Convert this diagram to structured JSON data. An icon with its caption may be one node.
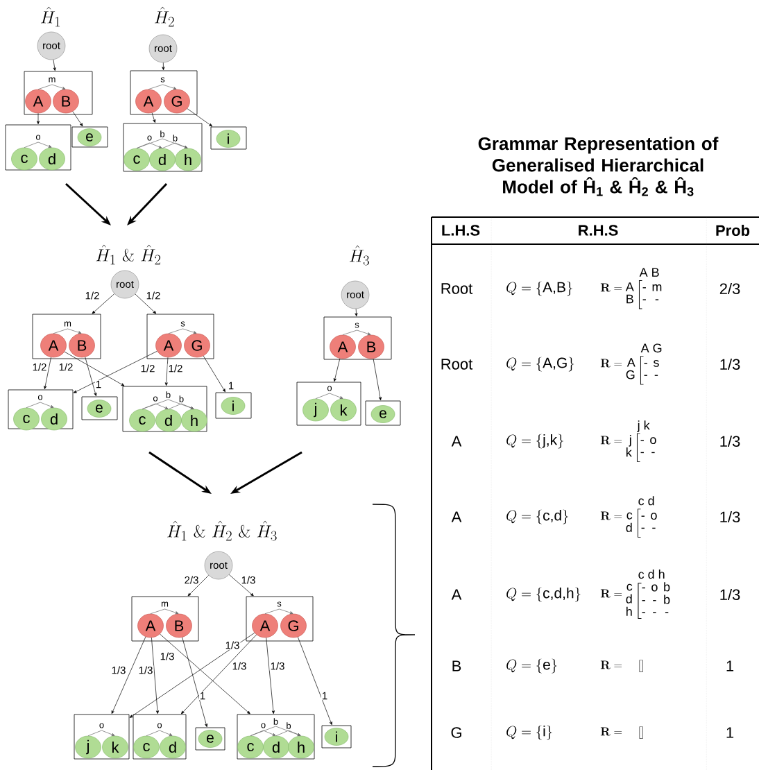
{
  "diagram": {
    "title": "Grammar Representation of Generalised Hierarchical Model of Ĥ$_{1}$ & Ĥ$_{2}$ & Ĥ$_{3}$",
    "nodes": [
      {
        "text": [
          "root"
        ]
      },
      {
        "text": [],
        "shape": "box"
      },
      {
        "text": [
          "A"
        ],
        "in": 1
      },
      {
        "text": [
          "B"
        ],
        "in": 1
      },
      {
        "text": [],
        "shape": "box"
      },
      {
        "text": [
          "c"
        ],
        "in": 4
      },
      {
        "text": [
          "d"
        ],
        "in": 4
      },
      {
        "text": [],
        "shape": "box"
      },
      {
        "text": [
          "e"
        ],
        "in": 7
      },
      {
        "text": [
          "root"
        ]
      },
      {
        "text": [],
        "shape": "box"
      },
      {
        "text": [
          "A"
        ],
        "in": 10
      },
      {
        "text": [
          "G"
        ],
        "in": 10
      },
      {
        "text": [],
        "shape": "box"
      },
      {
        "text": [
          "c"
        ],
        "in": 13
      },
      {
        "text": [
          "d"
        ],
        "in": 13
      },
      {
        "text": [
          "h"
        ],
        "in": 13
      },
      {
        "text": [],
        "shape": "box"
      },
      {
        "text": [
          "i"
        ],
        "in": 17
      },
      {
        "text": [
          "\\hat{H}_1 \\ \\&\\ \\hat{H}_2"
        ]
      },
      {
        "text": [
          "root"
        ]
      },
      {
        "text": [],
        "shape": "box"
      },
      {
        "text": [
          "A"
        ],
        "in": 21
      },
      {
        "text": [
          "B"
        ],
        "in": 21
      },
      {
        "text": [],
        "shape": "box"
      },
      {
        "text": [
          "A"
        ],
        "in": 24
      },
      {
        "text": [
          "G"
        ],
        "in": 24
      },
      {
        "text": [],
        "shape": "box"
      },
      {
        "text": [
          "c"
        ],
        "in": 27
      },
      {
        "text": [
          "d"
        ],
        "in": 27
      },
      {
        "text": [],
        "shape": "box"
      },
      {
        "text": [
          "e"
        ],
        "in": 30
      },
      {
        "text": [],
        "shape": "box"
      },
      {
        "text": [
          "c"
        ],
        "in": 32
      },
      {
        "text": [
          "d"
        ],
        "in": 32
      },
      {
        "text": [
          "h"
        ],
        "in": 32
      },
      {
        "text": [],
        "shape": "box"
      },
      {
        "text": [
          "i"
        ],
        "in": 36
      },
      {
        "text": [
          "root"
        ]
      },
      {
        "text": [],
        "shape": "box"
      },
      {
        "text": [
          "A"
        ],
        "in": 39
      },
      {
        "text": [
          "B"
        ],
        "in": 39
      },
      {
        "text": [],
        "shape": "box"
      },
      {
        "text": [
          "j"
        ],
        "in": 42
      },
      {
        "text": [
          "k"
        ],
        "in": 42
      },
      {
        "text": [],
        "shape": "box"
      },
      {
        "text": [
          "e"
        ],
        "in": 45
      },
      {
        "text": [
          "\\hat{H}_1 \\ \\&\\ \\hat{H}_2 \\ \\&\\ \\hat{H}_3"
        ]
      },
      {
        "text": [
          "root"
        ]
      },
      {
        "text": [],
        "shape": "box"
      },
      {
        "text": [
          "A"
        ],
        "in": 49
      },
      {
        "text": [
          "B"
        ],
        "in": 49
      },
      {
        "text": [],
        "shape": "box"
      },
      {
        "text": [
          "A"
        ],
        "in": 52
      },
      {
        "text": [
          "G"
        ],
        "in": 52
      },
      {
        "text": [],
        "shape": "box"
      },
      {
        "text": [
          "j"
        ],
        "in": 55
      },
      {
        "text": [
          "k"
        ],
        "in": 55
      },
      {
        "text": [],
        "shape": "box"
      },
      {
        "text": [
          "c"
        ],
        "in": 58
      },
      {
        "text": [
          "d"
        ],
        "in": 58
      },
      {
        "text": [],
        "shape": "box"
      },
      {
        "text": [
          "e"
        ],
        "in": 61
      },
      {
        "text": [],
        "shape": "box"
      },
      {
        "text": [
          "c"
        ],
        "in": 63
      },
      {
        "text": [
          "d"
        ],
        "in": 63
      },
      {
        "text": [
          "h"
        ],
        "in": 63
      },
      {
        "text": [],
        "shape": "box"
      },
      {
        "text": [
          "i"
        ],
        "in": 67
      }
    ],
    "edges": [
      {
        "from": 0,
        "to": 1,
        "arrow": "to"
      },
      {
        "from": 2,
        "to": 4,
        "arrow": "to"
      },
      {
        "from": 3,
        "to": 7,
        "arrow": "to"
      },
      {
        "from": 2,
        "to": 3,
        "arrow": "to",
        "label": "m",
        "color": "#666666"
      },
      {
        "from": 5,
        "to": 6,
        "arrow": "to",
        "label": "o",
        "color": "#666666"
      },
      {
        "from": 9,
        "to": 10,
        "arrow": "to"
      },
      {
        "from": 11,
        "to": 13,
        "arrow": "to"
      },
      {
        "from": 12,
        "to": 17,
        "arrow": "to"
      },
      {
        "from": 11,
        "to": 12,
        "arrow": "to",
        "label": "s",
        "color": "#666666"
      },
      {
        "from": 14,
        "to": 15,
        "arrow": "to",
        "label": "o",
        "color": "#666666"
      },
      {
        "from": 14,
        "to": 16,
        "arrow": "to",
        "label": "b",
        "color": "#666666"
      },
      {
        "from": 15,
        "to": 16,
        "arrow": "to",
        "label": "b",
        "color": "#666666"
      },
      {
        "from": 20,
        "to": 21,
        "arrow": "to",
        "label": "1/2"
      },
      {
        "from": 20,
        "to": 24,
        "arrow": "to",
        "label": "1/2"
      },
      {
        "from": 22,
        "to": 27,
        "arrow": "to",
        "label": "1/2"
      },
      {
        "from": 22,
        "to": 32,
        "arrow": "to",
        "label": "1/2"
      },
      {
        "from": 23,
        "to": 30,
        "arrow": "to",
        "label": "1"
      },
      {
        "from": 25,
        "to": 27,
        "arrow": "to",
        "label": "1/2"
      },
      {
        "from": 25,
        "to": 32,
        "arrow": "to",
        "label": "1/2"
      },
      {
        "from": 26,
        "to": 36,
        "arrow": "to",
        "label": "1"
      },
      {
        "from": 22,
        "to": 23,
        "arrow": "to",
        "label": "m",
        "color": "#666666"
      },
      {
        "from": 25,
        "to": 26,
        "arrow": "to",
        "label": "s",
        "color": "#666666"
      },
      {
        "from": 28,
        "to": 29,
        "arrow": "to",
        "label": "o",
        "color": "#666666"
      },
      {
        "from": 33,
        "to": 34,
        "arrow": "to",
        "label": "o",
        "color": "#666666"
      },
      {
        "from": 33,
        "to": 35,
        "arrow": "to",
        "label": "b",
        "color": "#666666"
      },
      {
        "from": 34,
        "to": 35,
        "arrow": "to",
        "label": "b",
        "color": "#666666"
      },
      {
        "from": 38,
        "to": 39,
        "arrow": "to"
      },
      {
        "from": 40,
        "to": 42,
        "arrow": "to"
      },
      {
        "from": 41,
        "to": 45,
        "arrow": "to"
      },
      {
        "from": 40,
        "to": 41,
        "arrow": "to",
        "label": "s",
        "color": "#666666"
      },
      {
        "from": 43,
        "to": 44,
        "arrow": "to",
        "label": "o",
        "color": "#666666"
      },
      {
        "from": 48,
        "to": 49,
        "arrow": "to",
        "label": "2/3"
      },
      {
        "from": 48,
        "to": 52,
        "arrow": "to",
        "label": "1/3"
      },
      {
        "from": 50,
        "to": 55,
        "arrow": "to",
        "label": "1/3"
      },
      {
        "from": 50,
        "to": 58,
        "arrow": "to",
        "label": "1/3"
      },
      {
        "from": 50,
        "to": 63,
        "arrow": "to",
        "label": "1/3"
      },
      {
        "from": 51,
        "to": 61,
        "arrow": "to",
        "label": "1"
      },
      {
        "from": 53,
        "to": 55,
        "arrow": "to",
        "label": "1/3"
      },
      {
        "from": 53,
        "to": 58,
        "arrow": "to",
        "label": "1/3"
      },
      {
        "from": 53,
        "to": 63,
        "arrow": "to",
        "label": "1/3"
      },
      {
        "from": 54,
        "to": 67,
        "arrow": "to",
        "label": "1"
      },
      {
        "from": 50,
        "to": 51,
        "arrow": "to",
        "label": "m",
        "color": "#666666"
      },
      {
        "from": 53,
        "to": 54,
        "arrow": "to",
        "label": "s",
        "color": "#666666"
      },
      {
        "from": 56,
        "to": 57,
        "arrow": "to",
        "label": "o",
        "color": "#666666"
      },
      {
        "from": 59,
        "to": 60,
        "arrow": "to",
        "label": "o",
        "color": "#666666"
      },
      {
        "from": 64,
        "to": 65,
        "arrow": "to",
        "label": "o",
        "color": "#666666"
      },
      {
        "from": 64,
        "to": 66,
        "arrow": "to",
        "label": "b",
        "color": "#666666"
      },
      {
        "from": 65,
        "to": 66,
        "arrow": "to",
        "label": "b",
        "color": "#666666"
      },
      {
        "from": 4,
        "to": 19,
        "arrow": "to",
        "style": "thick"
      },
      {
        "from": 13,
        "to": 19,
        "arrow": "to",
        "style": "thick"
      },
      {
        "from": 32,
        "to": 47,
        "arrow": "to",
        "style": "thick"
      },
      {
        "from": 42,
        "to": 47,
        "arrow": "to",
        "style": "thick"
      }
    ],
    "labels": [
      "\\hat{H}_1",
      "\\hat{H}_2",
      "\\hat{H}_3",
      "L.H.S",
      "R.H.S",
      "Prob",
      "Root",
      "Q = \\left\\{\\text{A,B}\\right\\}",
      "\\mathbf{R} = \\begin{array}{@{}r@{\\,}l@{}} & \\ \\text{A B}\\\\ \\begin{array}{@{}r@{}}\\text{A}\\\\ \\text{B}\\end{array} & \\left[\\begin{array}{@{}c@{\\;\\,}c@{}}\\text{-} & \\text{m}\\\\ \\text{-} & \\text{-}\\end{array}\\right.\\end{array}",
      "2/3",
      "Root",
      "Q = \\left\\{\\text{A,G}\\right\\}",
      "\\mathbf{R} = \\begin{array}{@{}r@{\\,}l@{}} & \\ \\text{A G}\\\\ \\begin{array}{@{}r@{}}\\text{A}\\\\ \\text{G}\\end{array} & \\left[\\begin{array}{@{}c@{\\;\\,}c@{}}\\text{-} & \\text{s}\\\\ \\text{-} & \\text{-}\\end{array}\\right.\\end{array}",
      "1/3",
      "A",
      "Q = \\left\\{\\text{j,k}\\right\\}",
      "\\mathbf{R} = \\begin{array}{@{}r@{\\,}l@{}} & \\ \\text{j k}\\\\ \\begin{array}{@{}r@{}}\\text{j}\\\\ \\text{k}\\end{array} & \\left[\\begin{array}{@{}c@{\\;\\,}c@{}}\\text{-} & \\text{o}\\\\ \\text{-} & \\text{-}\\end{array}\\right.\\end{array}",
      "1/3",
      "A",
      "Q = \\left\\{\\text{c,d}\\right\\}",
      "\\mathbf{R} = \\begin{array}{@{}r@{\\,}l@{}} & \\ \\text{c d}\\\\ \\begin{array}{@{}r@{}}\\text{c}\\\\ \\text{d}\\end{array} & \\left[\\begin{array}{@{}c@{\\;\\,}c@{}}\\text{-} & \\text{o}\\\\ \\text{-} & \\text{-}\\end{array}\\right.\\end{array}",
      "1/3",
      "A",
      "Q = \\left\\{\\text{c,d,h}\\right\\}",
      "\\mathbf{R} = \\begin{array}{@{}r@{\\,}l@{}} & \\ \\text{c d h}\\\\ \\begin{array}{@{}r@{}}\\text{c}\\\\ \\text{d}\\\\ \\text{h}\\end{array} & \\left[\\begin{array}{@{}c@{\\;\\,}c@{\\;\\,}c@{}}\\text{-} & \\text{o} & \\text{b}\\\\ \\text{-} & \\text{-} & \\text{b}\\\\ \\text{-} & \\text{-} & \\text{-}\\end{array}\\right.\\end{array}",
      "1/3",
      "B",
      "Q = \\left\\{\\text{e}\\right\\}",
      "\\mathbf{R} = \\quad []",
      "1",
      "G",
      "Q = \\left\\{\\text{i}\\right\\}",
      "\\mathbf{R} = \\quad []",
      "1"
    ]
  }
}
